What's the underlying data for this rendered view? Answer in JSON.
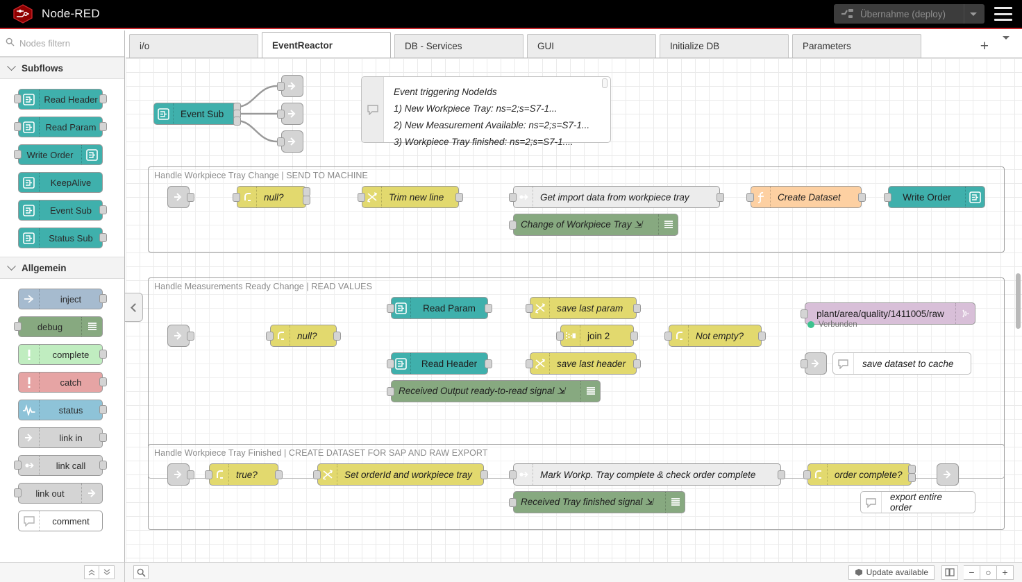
{
  "header": {
    "brand": "Node-RED",
    "deploy_label": "Übernahme (deploy)",
    "deploy_icon": "deploy-icon",
    "menu_icon": "hamburger-icon"
  },
  "palette": {
    "search_placeholder": "Nodes filtern",
    "search_value": "",
    "search_icon": "search-icon",
    "groups": [
      {
        "title": "Subflows",
        "nodes": [
          {
            "label": "Read Header",
            "color": "#3fb0ac",
            "icon": "subflow-icon",
            "icon_side": "left",
            "in": true,
            "out": true
          },
          {
            "label": "Read Param",
            "color": "#3fb0ac",
            "icon": "subflow-icon",
            "icon_side": "left",
            "in": true,
            "out": true
          },
          {
            "label": "Write Order",
            "color": "#3fb0ac",
            "icon": "subflow-icon",
            "icon_side": "right",
            "in": true,
            "out": false
          },
          {
            "label": "KeepAlive",
            "color": "#3fb0ac",
            "icon": "subflow-icon",
            "icon_side": "left",
            "in": false,
            "out": false
          },
          {
            "label": "Event Sub",
            "color": "#3fb0ac",
            "icon": "subflow-icon",
            "icon_side": "left",
            "in": false,
            "out": true
          },
          {
            "label": "Status Sub",
            "color": "#3fb0ac",
            "icon": "subflow-icon",
            "icon_side": "left",
            "in": false,
            "out": true
          }
        ]
      },
      {
        "title": "Allgemein",
        "nodes": [
          {
            "label": "inject",
            "color": "#a6bbcf",
            "icon": "inject-arrow-icon",
            "icon_side": "left",
            "in": false,
            "out": true
          },
          {
            "label": "debug",
            "color": "#87a980",
            "icon": "debug-lines-icon",
            "icon_side": "right",
            "in": true,
            "out": false
          },
          {
            "label": "complete",
            "color": "#c0edc0",
            "icon": "exclamation-icon",
            "icon_side": "left",
            "in": false,
            "out": true
          },
          {
            "label": "catch",
            "color": "#e6a4a4",
            "icon": "exclamation-icon",
            "icon_side": "left",
            "in": false,
            "out": true
          },
          {
            "label": "status",
            "color": "#8ec3d8",
            "icon": "pulse-icon",
            "icon_side": "left",
            "in": false,
            "out": true
          },
          {
            "label": "link in",
            "color": "#d4d4d4",
            "icon": "link-icon",
            "icon_side": "left",
            "in": false,
            "out": true
          },
          {
            "label": "link call",
            "color": "#d4d4d4",
            "icon": "link-call-icon",
            "icon_side": "left",
            "in": true,
            "out": true
          },
          {
            "label": "link out",
            "color": "#d4d4d4",
            "icon": "link-icon",
            "icon_side": "right",
            "in": true,
            "out": false
          },
          {
            "label": "comment",
            "color": "#ffffff",
            "icon": "comment-bubble-icon",
            "icon_side": "left",
            "in": false,
            "out": false
          }
        ]
      }
    ],
    "collapse_icon": "chevron-left-icon"
  },
  "tabs": {
    "items": [
      {
        "label": "i/o",
        "active": false
      },
      {
        "label": "EventReactor",
        "active": true
      },
      {
        "label": "DB - Services",
        "active": false
      },
      {
        "label": "GUI",
        "active": false
      },
      {
        "label": "Initialize DB",
        "active": false
      },
      {
        "label": "Parameters",
        "active": false
      }
    ],
    "add_label": "+",
    "add_icon": "plus-icon",
    "dropdown_icon": "chevron-down-icon"
  },
  "canvas": {
    "note": {
      "lines": [
        "Event triggering NodeIds",
        "1) New Workpiece Tray: ns=2;s=S7-1...",
        "2) New Measurement Available: ns=2;s=S7-1...",
        "3) Workpiece Tray finished: ns=2;s=S7-1...."
      ],
      "icon": "comment-bubble-icon"
    },
    "event_sub": {
      "label": "Event Sub",
      "icon": "subflow-icon"
    },
    "groups": [
      {
        "title": "Handle Workpiece Tray Change | SEND TO MACHINE"
      },
      {
        "title": "Handle Measurements Ready Change | READ VALUES"
      },
      {
        "title": "Handle Workpiece Tray Finished | CREATE DATASET FOR SAP AND RAW EXPORT"
      }
    ],
    "nodes": {
      "g1": {
        "switch_null": "null?",
        "change_trim": "Trim new line",
        "link_call_get": "Get import data from workpiece tray",
        "function_ds": "Create Dataset",
        "write_order": "Write Order",
        "debug_change": "Change of Workpiece Tray"
      },
      "g2": {
        "switch_null": "null?",
        "read_param": "Read Param",
        "read_header": "Read Header",
        "save_last_param": "save last param",
        "save_last_header": "save last header",
        "join": "join 2",
        "not_empty": "Not empty?",
        "mqtt_topic": "plant/area/quality/1411005/raw",
        "mqtt_status": "Verbunden",
        "comment_cache": "save dataset to cache",
        "debug_received": "Received Output ready-to-read signal"
      },
      "g3": {
        "switch_true": "true?",
        "change_set": "Set orderId and workpiece tray",
        "link_call_mark": "Mark Workp. Tray complete & check order complete",
        "order_complete": "order complete?",
        "comment_export": "export entire order",
        "debug_tray": "Received Tray finished signal"
      }
    },
    "colors": {
      "subflow": "#3fb0ac",
      "switch": "#e2d96e",
      "change": "#e2d96e",
      "function": "#fdd0a2",
      "debug": "#87a980",
      "mqtt": "#d8bfd8",
      "link": "#d4d4d4",
      "status_ok": "#3ec28f"
    }
  },
  "footer": {
    "collapse_up_icon": "chevrons-up-icon",
    "collapse_down_icon": "chevrons-down-icon",
    "search_icon": "search-icon",
    "update_label": "Update available",
    "update_icon": "cube-icon",
    "book_icon": "book-icon",
    "zoom_out_label": "−",
    "zoom_reset_label": "○",
    "zoom_in_label": "+"
  }
}
